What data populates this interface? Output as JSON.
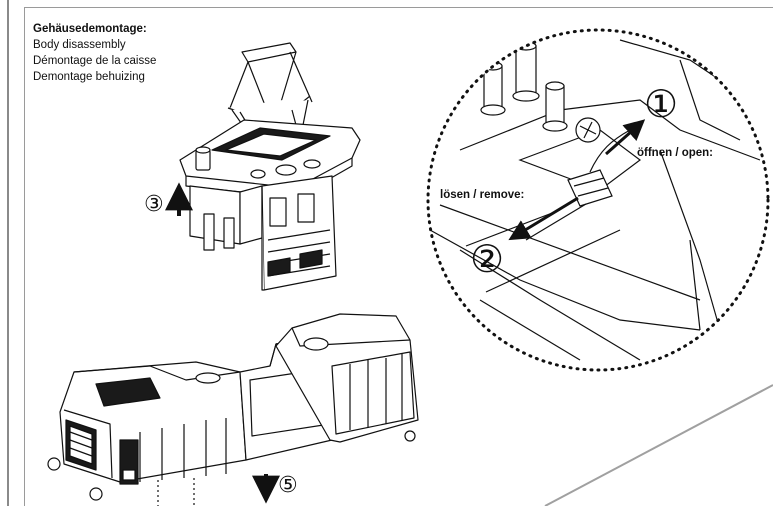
{
  "heading": {
    "de": "Gehäusedemontage:",
    "en": "Body disassembly",
    "fr": "Démontage de la caisse",
    "nl": "Demontage behuizing"
  },
  "callouts": {
    "open_label": "öffnen / open:",
    "remove_label": "lösen / remove:",
    "step_open": "①",
    "step_remove": "②",
    "step_lift": "③",
    "step_lower": "⑤"
  }
}
